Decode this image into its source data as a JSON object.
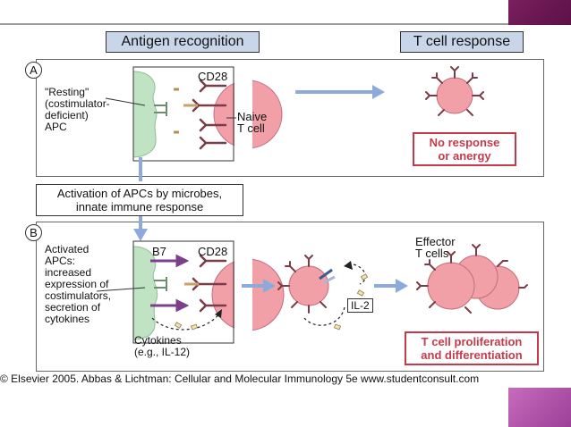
{
  "headers": {
    "left": "Antigen recognition",
    "right": "T cell response"
  },
  "panel_a": {
    "letter": "A",
    "apc_label": "\"Resting\"\n(costimulator-\ndeficient)\nAPC",
    "cd28": "CD28",
    "tcell_label": "Naive\nT cell",
    "response": "No response\nor anergy"
  },
  "middle": {
    "text": "Activation of APCs by microbes,\ninnate immune response"
  },
  "panel_b": {
    "letter": "B",
    "apc_label": "Activated\nAPCs:\nincreased\nexpression of\ncostimulators,\nsecretion of\ncytokines",
    "b7": "B7",
    "cd28": "CD28",
    "cytokines": "Cytokines\n(e.g., IL-12)",
    "il2": "IL-2",
    "effector": "Effector\nT cells",
    "response": "T cell proliferation\nand differentiation"
  },
  "footer": "© Elsevier 2005. Abbas & Lichtman: Cellular and Molecular Immunology 5e www.studentconsult.com",
  "colors": {
    "header_fill": "#c9d6ea",
    "apc_green": "#bfe3c3",
    "cell_pink": "#f2a0a8",
    "arrow_blue": "#8eaadb",
    "response_red": "#c43a4a",
    "receptor_brown": "#7b3b47",
    "b7_purple": "#7d3f8c"
  }
}
